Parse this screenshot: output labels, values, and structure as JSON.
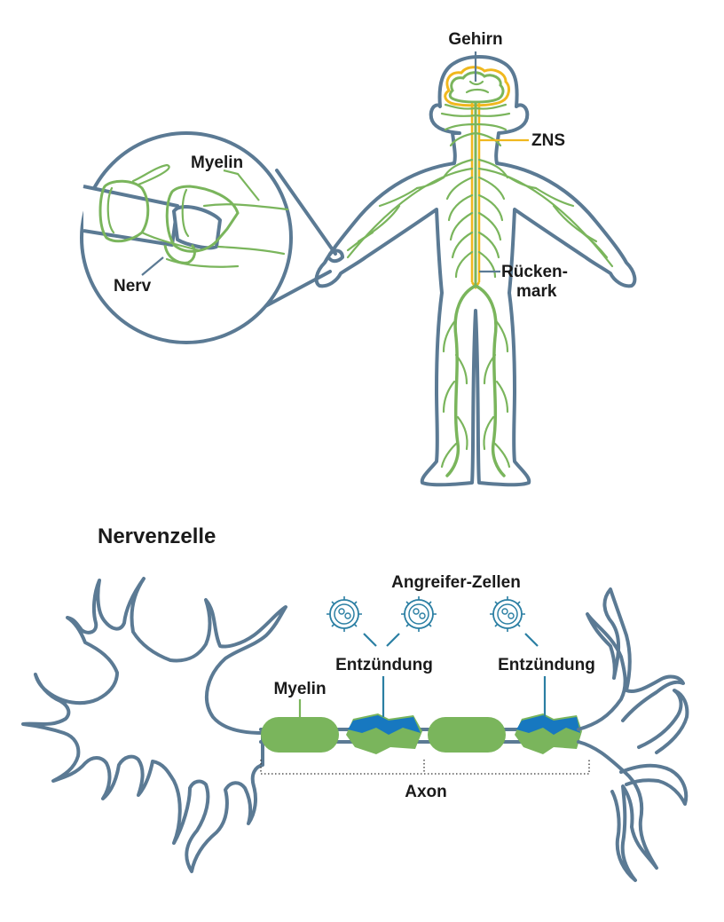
{
  "body_figure": {
    "labels": {
      "brain": "Gehirn",
      "cns": "ZNS",
      "spinal_cord_line1": "Rücken-",
      "spinal_cord_line2": "mark",
      "myelin": "Myelin",
      "nerve": "Nerv"
    }
  },
  "neuron_figure": {
    "title": "Nervenzelle",
    "labels": {
      "attacker_cells": "Angreifer-Zellen",
      "inflammation_1": "Entzündung",
      "inflammation_2": "Entzündung",
      "myelin": "Myelin",
      "axon": "Axon"
    }
  },
  "colors": {
    "outline": "#5b7a94",
    "nerve_green": "#7ab55c",
    "cns_yellow": "#f0b81e",
    "inflammation_blue": "#1778c0",
    "pointer_blue": "#2b7fa3"
  }
}
